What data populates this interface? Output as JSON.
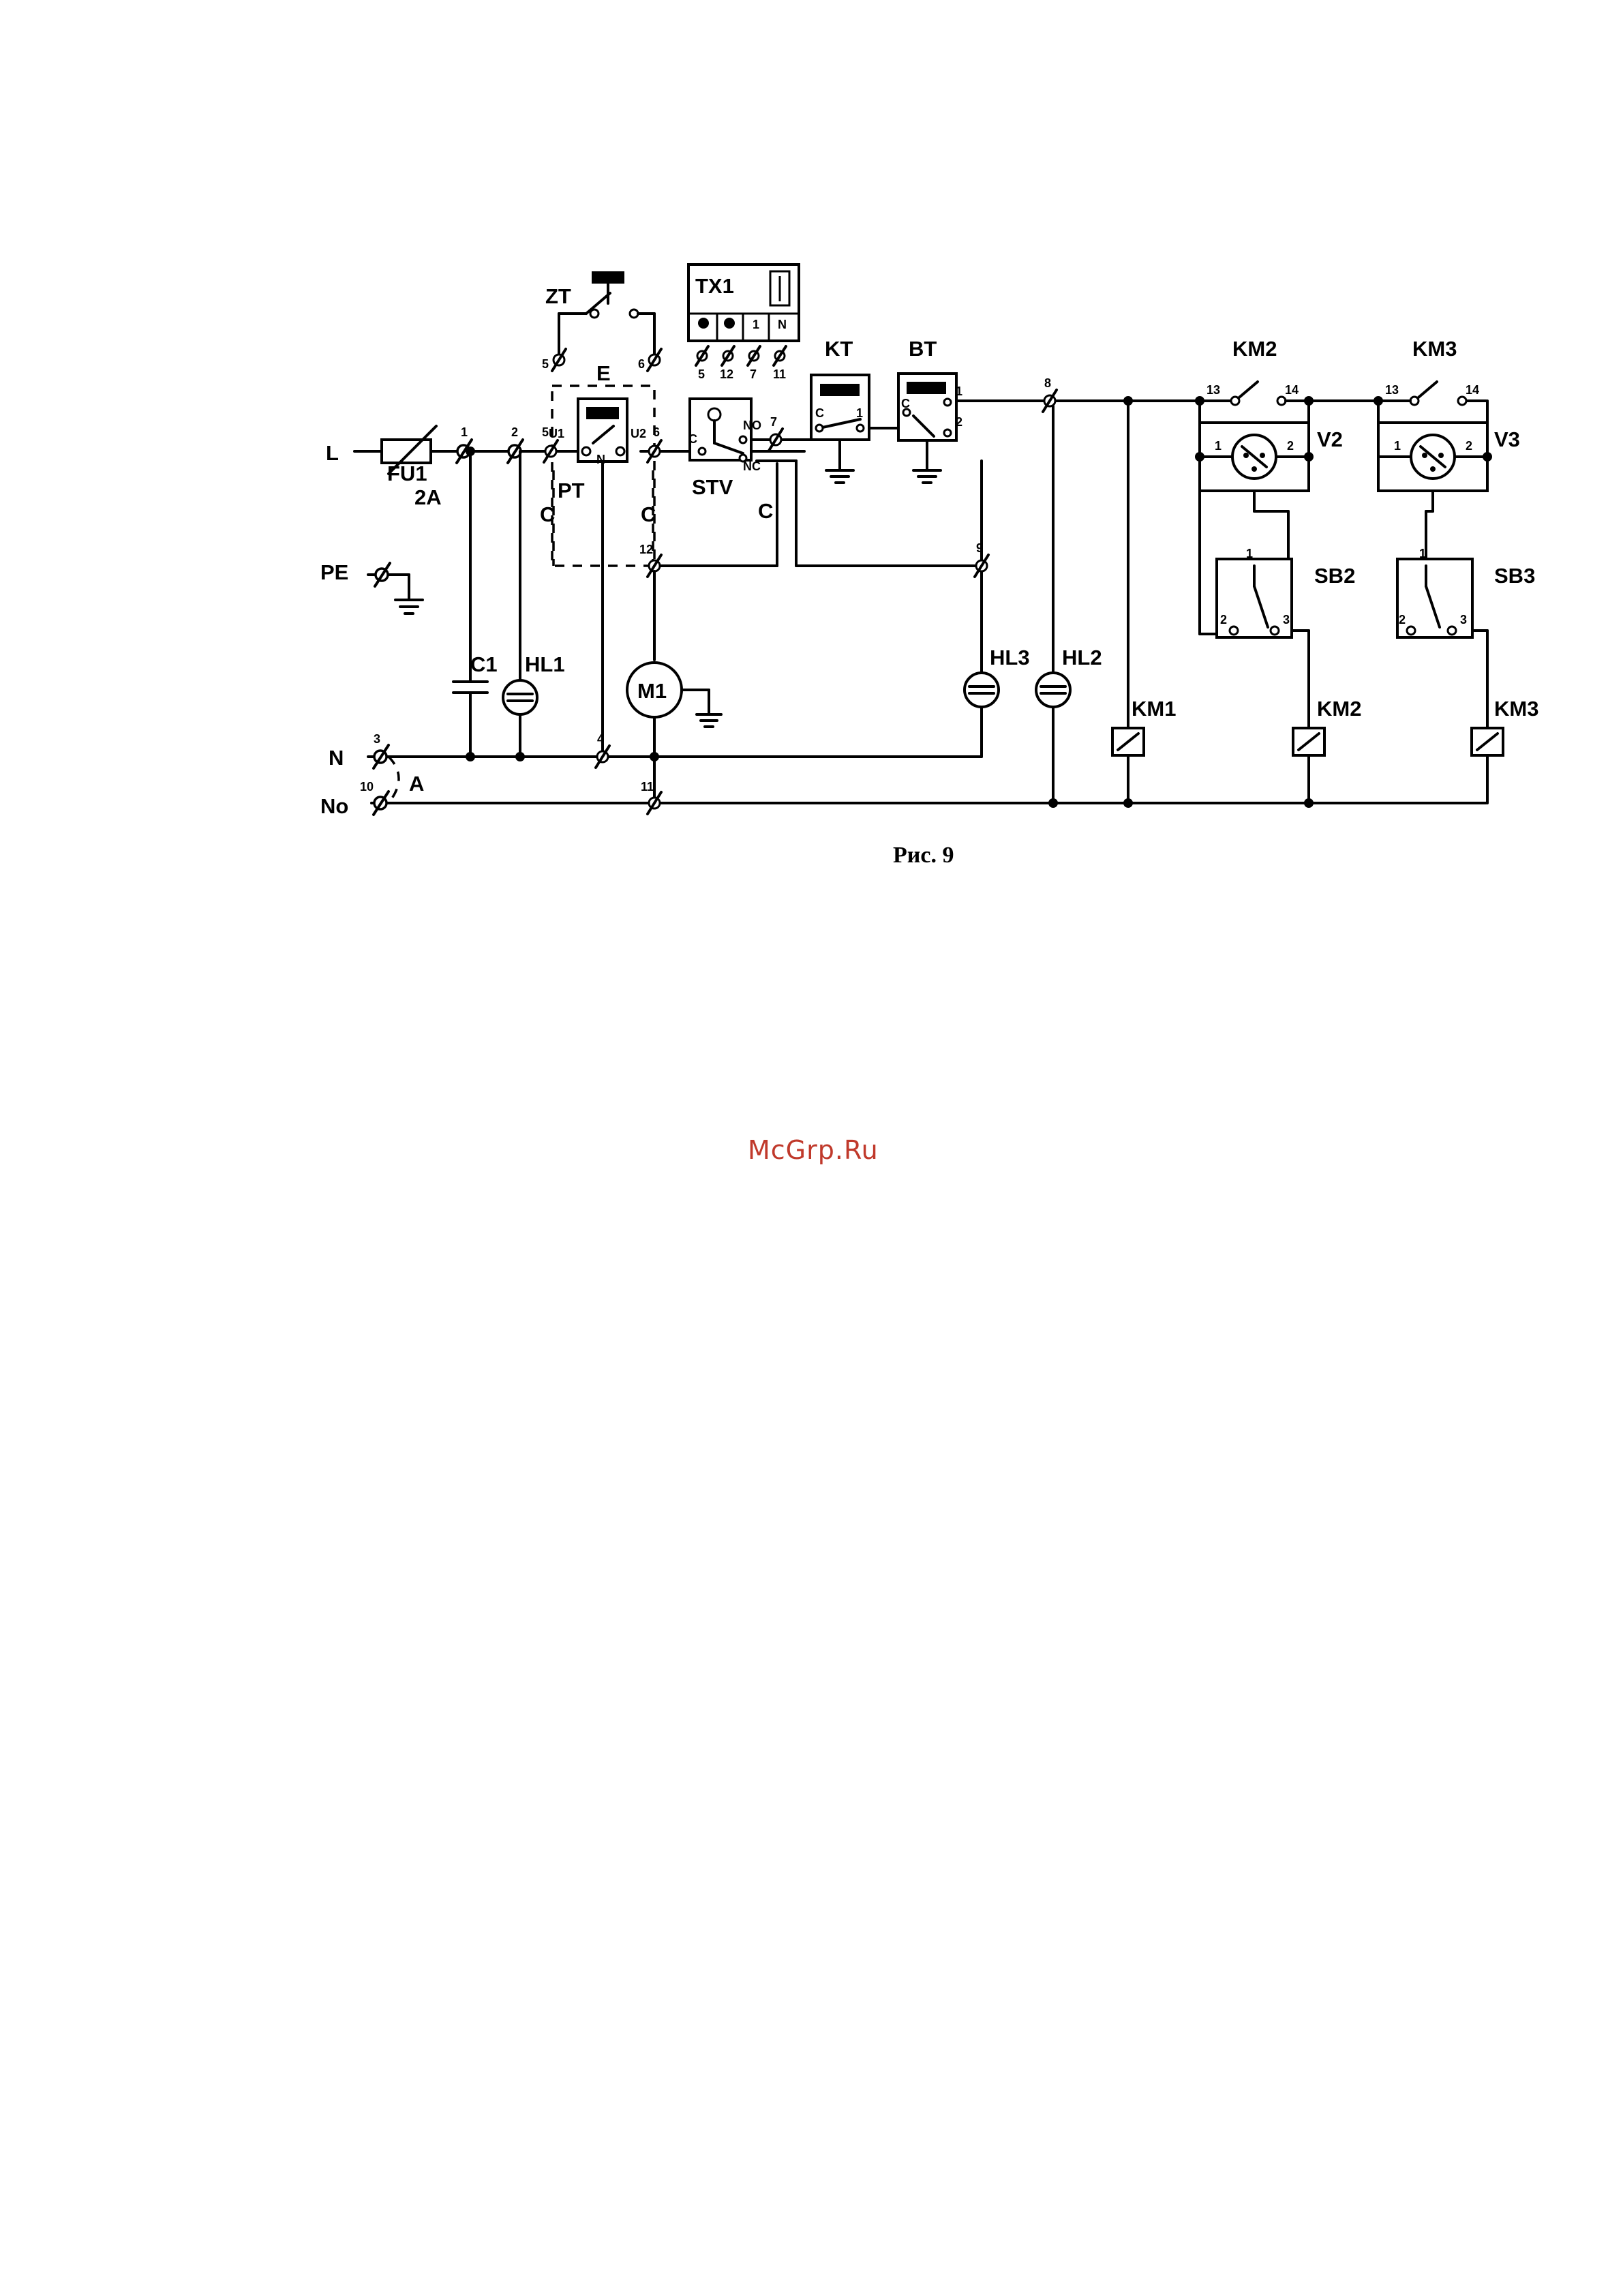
{
  "diagram": {
    "caption": "Рис. 9",
    "labels": {
      "L": "L",
      "PE": "PE",
      "N": "N",
      "No": "No",
      "A": "A",
      "FU1": "FU1",
      "FU1_rating": "2A",
      "C1": "C1",
      "HL1": "HL1",
      "HL2": "HL2",
      "HL3": "HL3",
      "M1": "M1",
      "ZT": "ZT",
      "TX1": "TX1",
      "E": "E",
      "PT": "PT",
      "STV": "STV",
      "C_stv": "C",
      "C_pt_left": "C",
      "C_pt_right": "C",
      "KT": "KT",
      "BT": "BT",
      "KM1": "KM1",
      "KM2_contact": "KM2",
      "KM3_contact": "KM3",
      "KM2_coil": "KM2",
      "KM3_coil": "KM3",
      "V2": "V2",
      "V3": "V3",
      "SB2": "SB2",
      "SB3": "SB3"
    },
    "terminals": {
      "t1": "1",
      "t2": "2",
      "t3": "3",
      "t4": "4",
      "t5": "5",
      "t6": "6",
      "t7": "7",
      "t8": "8",
      "t9": "9",
      "t10": "10",
      "t11": "11",
      "t12": "12",
      "t5b": "5",
      "t6b": "6",
      "tx_5": "5",
      "tx_12": "12",
      "tx_7": "7",
      "tx_11": "11",
      "tx_1": "1",
      "tx_N": "N",
      "km2_13": "13",
      "km2_14": "14",
      "km3_13": "13",
      "km3_14": "14",
      "v2_1": "1",
      "v2_2": "2",
      "v3_1": "1",
      "v3_2": "2",
      "sb2_1": "1",
      "sb2_2": "2",
      "sb2_3": "3",
      "sb3_1": "1",
      "sb3_2": "2",
      "sb3_3": "3",
      "stv_no": "NO",
      "stv_nc": "NC",
      "stv_c": "C",
      "kt_c": "C",
      "kt_1": "1",
      "bt_c": "C",
      "bt_1": "1",
      "bt_2": "2",
      "pt_u1": "U1",
      "pt_u2": "U2",
      "pt_n": "N"
    }
  },
  "watermark": "McGrp.Ru"
}
